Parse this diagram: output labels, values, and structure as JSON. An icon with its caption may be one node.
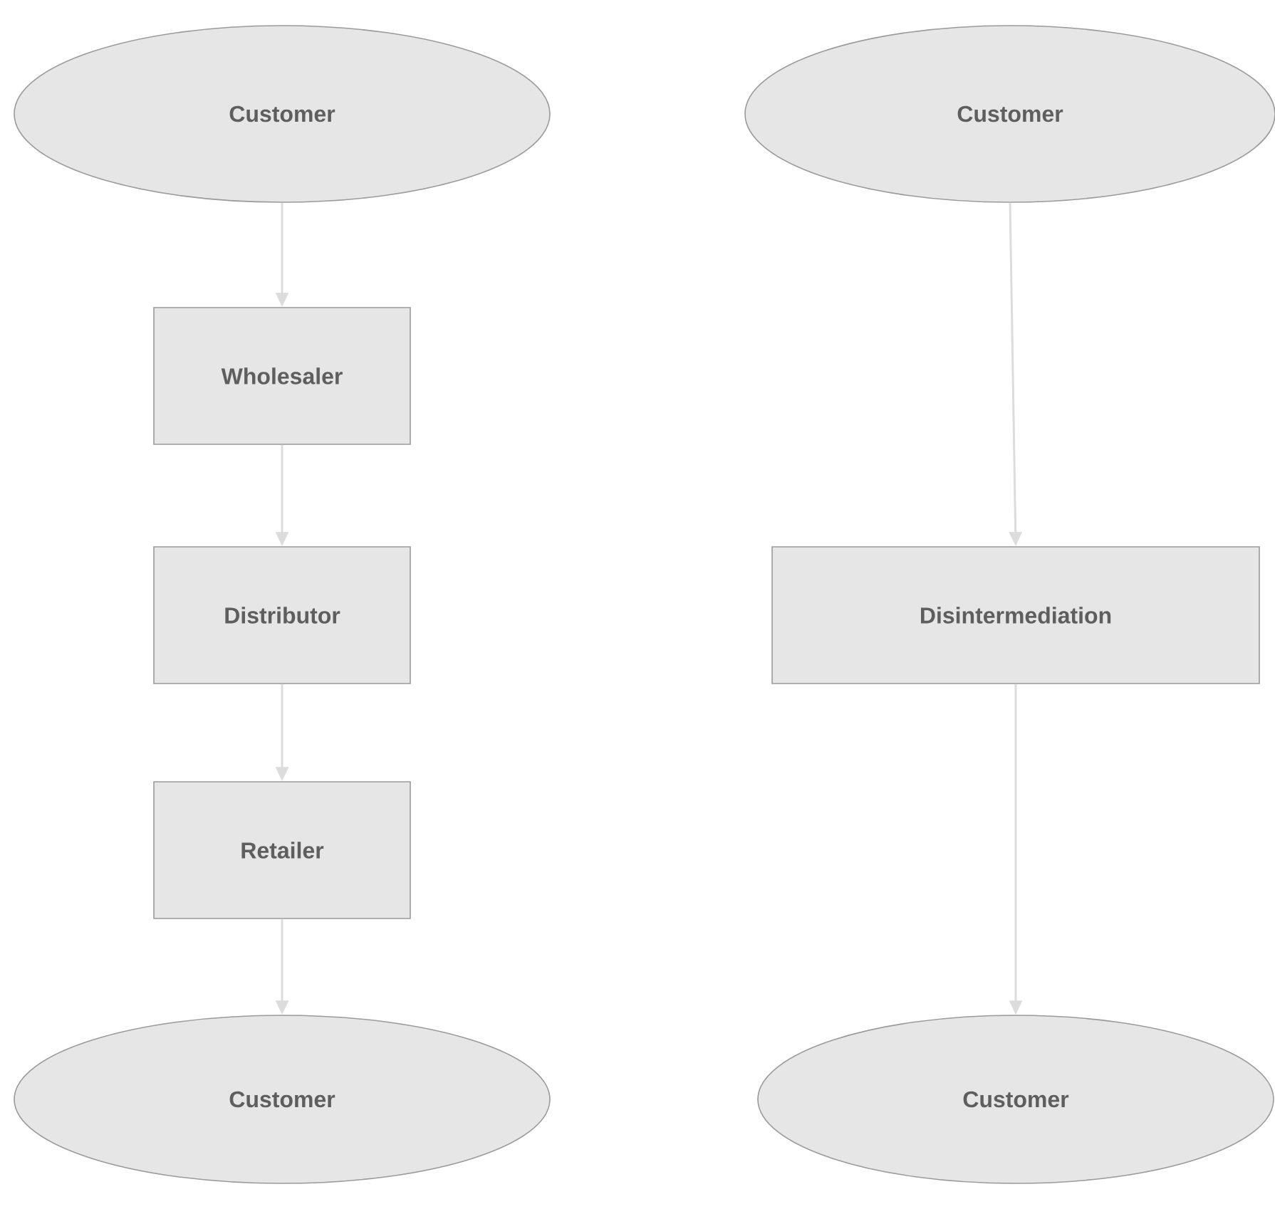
{
  "diagram": {
    "nodes": [
      {
        "text": [
          "Customer"
        ]
      },
      {
        "text": [
          "Wholesaler"
        ]
      },
      {
        "text": [
          "Distributor"
        ]
      },
      {
        "text": [
          "Retailer"
        ]
      },
      {
        "text": [
          "Customer"
        ]
      },
      {
        "text": [
          "Customer"
        ]
      },
      {
        "text": [
          "Disintermediation"
        ]
      },
      {
        "text": [
          "Customer"
        ]
      }
    ],
    "edges": [
      {
        "from": 0,
        "to": 1,
        "arrow": "to"
      },
      {
        "from": 1,
        "to": 2,
        "arrow": "to"
      },
      {
        "from": 2,
        "to": 3,
        "arrow": "to"
      },
      {
        "from": 3,
        "to": 4,
        "arrow": "to"
      },
      {
        "from": 5,
        "to": 6,
        "arrow": "to"
      },
      {
        "from": 6,
        "to": 7,
        "arrow": "to"
      }
    ]
  }
}
